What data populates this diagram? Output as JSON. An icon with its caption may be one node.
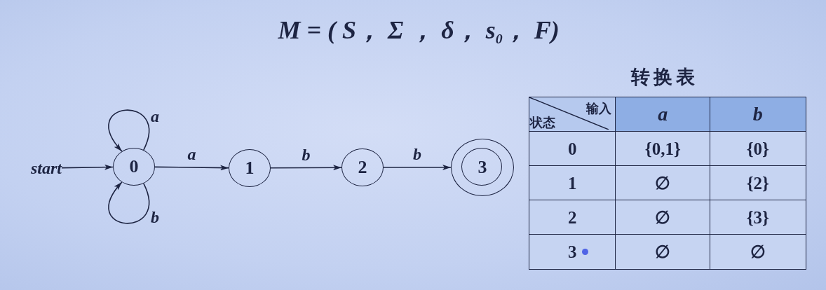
{
  "diagram": {
    "title": "M = ( S， Σ ， δ， s$_{0}$， F)",
    "nodes": [
      {
        "text": [
          "start"
        ]
      },
      {
        "text": [
          "0"
        ]
      },
      {
        "text": [
          "1"
        ]
      },
      {
        "text": [
          "2"
        ]
      },
      {
        "text": [
          "3"
        ]
      }
    ],
    "edges": [
      {
        "from": 0,
        "to": 1,
        "arrow": "to"
      },
      {
        "from": 1,
        "to": 1,
        "label": "a",
        "arrow": "to"
      },
      {
        "from": 1,
        "to": 1,
        "label": "b",
        "arrow": "to"
      },
      {
        "from": 1,
        "to": 2,
        "label": "a",
        "arrow": "to"
      },
      {
        "from": 2,
        "to": 3,
        "label": "b",
        "arrow": "to"
      },
      {
        "from": 3,
        "to": 4,
        "label": "b",
        "arrow": "to"
      }
    ],
    "labels": [
      "转换表",
      "输入",
      "状态",
      "a",
      "b",
      "0",
      "{0,1}",
      "{0}",
      "1",
      "∅",
      "{2}",
      "2",
      "∅",
      "{3}",
      "3",
      "∅",
      "∅"
    ]
  }
}
